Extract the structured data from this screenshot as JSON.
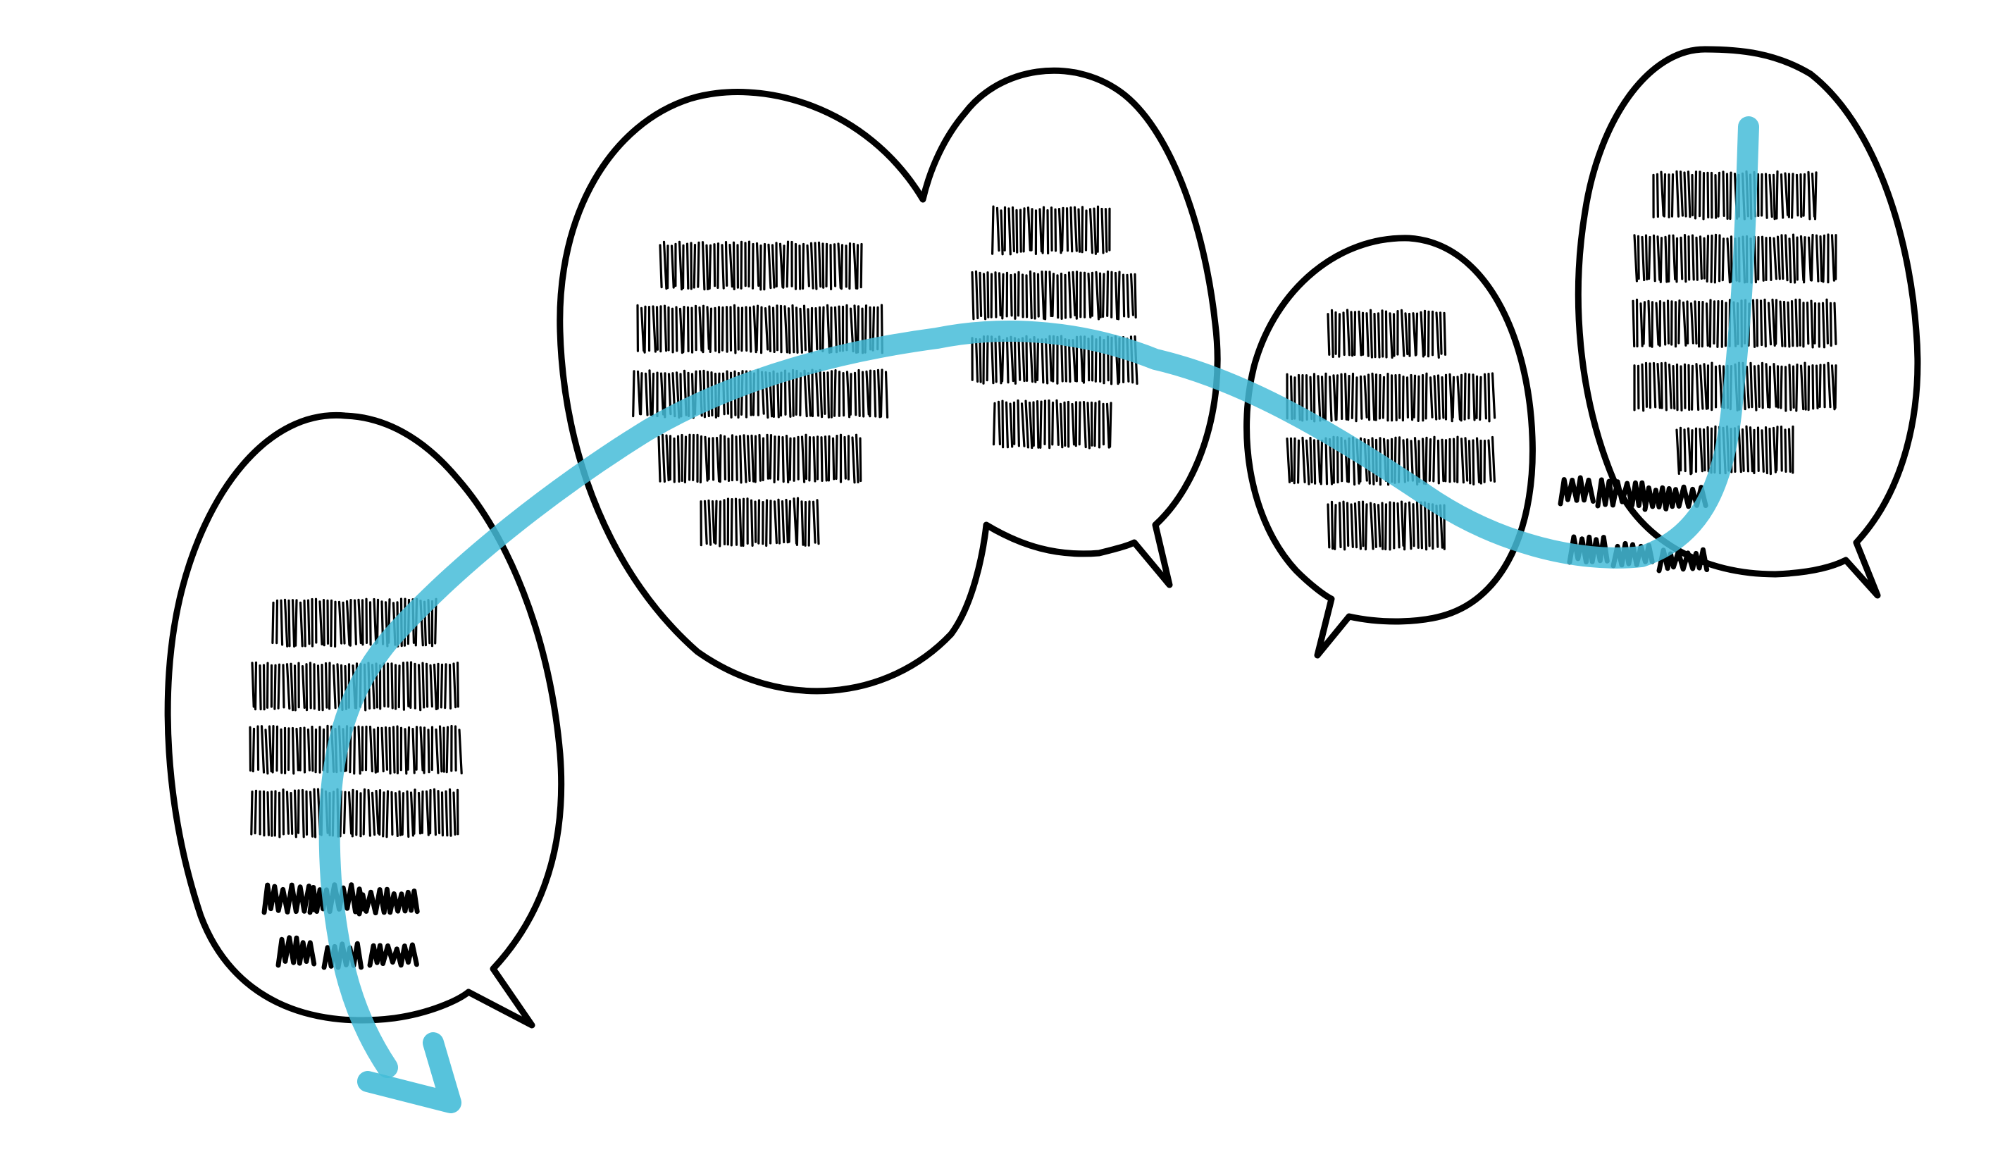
{
  "colors": {
    "background": "#ffffff",
    "outline": "#000000",
    "arrow": "#45bcd8"
  },
  "icons": {
    "bubble": "speech-bubble-icon",
    "arrow": "curved-arrow-icon"
  },
  "bubbles": [
    {
      "id": "bubble-1",
      "text_lines": 4,
      "signature_lines": 2
    },
    {
      "id": "bubble-2",
      "text_lines": 5,
      "signature_lines": 0
    },
    {
      "id": "bubble-3",
      "text_lines": 4,
      "signature_lines": 0
    },
    {
      "id": "bubble-4",
      "text_lines": 4,
      "signature_lines": 0
    },
    {
      "id": "bubble-5",
      "text_lines": 5,
      "signature_lines": 2
    }
  ]
}
